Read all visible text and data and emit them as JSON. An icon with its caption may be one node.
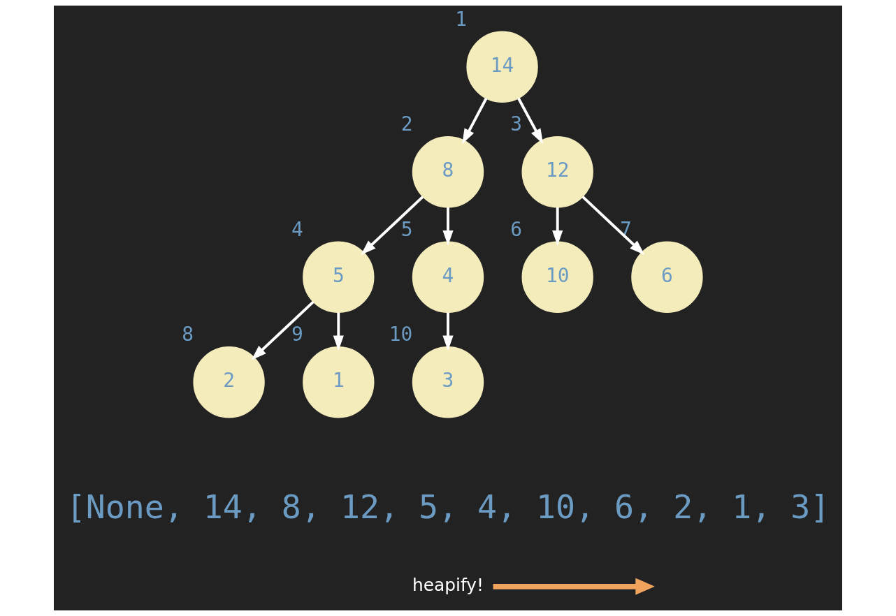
{
  "diagram": {
    "nodes": [
      {
        "text": [
          "14"
        ],
        "beside": [
          "1"
        ]
      },
      {
        "text": [
          "8"
        ],
        "beside": [
          "2"
        ]
      },
      {
        "text": [
          "12"
        ],
        "beside": [
          "3"
        ]
      },
      {
        "text": [
          "5"
        ],
        "beside": [
          "4"
        ]
      },
      {
        "text": [
          "4"
        ],
        "beside": [
          "5"
        ]
      },
      {
        "text": [
          "10"
        ],
        "beside": [
          "6"
        ]
      },
      {
        "text": [
          "6"
        ],
        "beside": [
          "7"
        ]
      },
      {
        "text": [
          "2"
        ],
        "beside": [
          "8"
        ]
      },
      {
        "text": [
          "1"
        ],
        "beside": [
          "9"
        ]
      },
      {
        "text": [
          "3"
        ],
        "beside": [
          "10"
        ]
      },
      {
        "text": [
          "heapify!"
        ]
      }
    ],
    "edges": [
      {
        "from": 0,
        "to": 1,
        "arrow": "to"
      },
      {
        "from": 0,
        "to": 2,
        "arrow": "to"
      },
      {
        "from": 1,
        "to": 3,
        "arrow": "to"
      },
      {
        "from": 1,
        "to": 4,
        "arrow": "to"
      },
      {
        "from": 2,
        "to": 5,
        "arrow": "to"
      },
      {
        "from": 2,
        "to": 6,
        "arrow": "to"
      },
      {
        "from": 3,
        "to": 7,
        "arrow": "to"
      },
      {
        "from": 3,
        "to": 8,
        "arrow": "to"
      },
      {
        "from": 4,
        "to": 9,
        "arrow": "to"
      },
      {
        "from": 10,
        "to": null,
        "arrow": "to",
        "style": "thick",
        "color": "#f0a35c"
      }
    ],
    "labels": [
      "[None, 14, 8, 12, 5, 4, 10, 6, 2, 1, 3]"
    ]
  }
}
